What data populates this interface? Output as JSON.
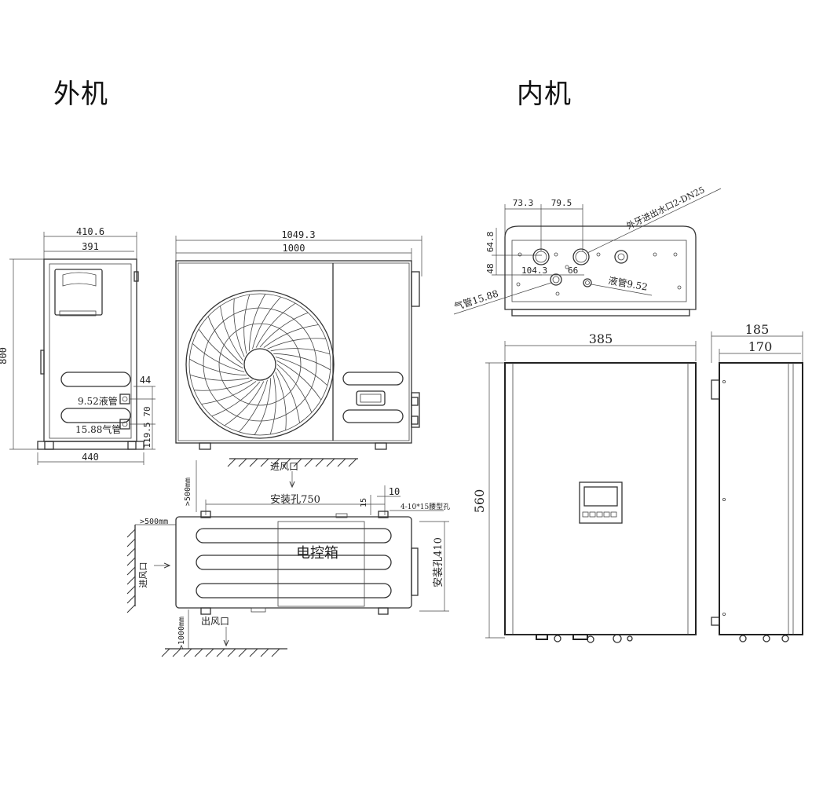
{
  "headings": {
    "outdoor": "外机",
    "indoor": "内机"
  },
  "outdoor_side": {
    "dim_top_outer": "410.6",
    "dim_top_inner": "391",
    "dim_height": "800",
    "dim_bottom": "440",
    "dim_44": "44",
    "dim_pipe_spacing": "119.5",
    "dim_70": "70",
    "liquid_pipe": "9.52液管",
    "gas_pipe": "15.88气管"
  },
  "outdoor_front": {
    "dim_outer": "1049.3",
    "dim_inner": "1000"
  },
  "outdoor_top": {
    "inlet_top": "进风口",
    "clearance_top": ">500mm",
    "mount_holes_750": "安装孔750",
    "dim_15": "15",
    "dim_10": "10",
    "waist_holes": "4-10*15腰型孔",
    "clearance_left": ">500mm",
    "inlet_left": "进风口",
    "control_box": "电控箱",
    "mount_holes_410": "安装孔410",
    "clearance_bottom": ">1000mm",
    "outlet": "出风口"
  },
  "indoor_detail": {
    "dim_73": "73.3",
    "dim_79": "79.5",
    "water_ports": "外牙进出水口2-DN25",
    "dim_64": "64.8",
    "dim_48": "48",
    "dim_104": "104.3",
    "dim_66": "66",
    "gas_pipe": "气管15.88",
    "liquid_pipe": "液管9.52"
  },
  "indoor_front": {
    "dim_width": "385",
    "dim_height": "560"
  },
  "indoor_side": {
    "dim_outer": "185",
    "dim_inner": "170"
  },
  "icons": [
    "fan-grille-icon",
    "controller-display-icon",
    "airflow-arrow-icon",
    "ground-hatch-icon",
    "wall-hatch-icon"
  ]
}
